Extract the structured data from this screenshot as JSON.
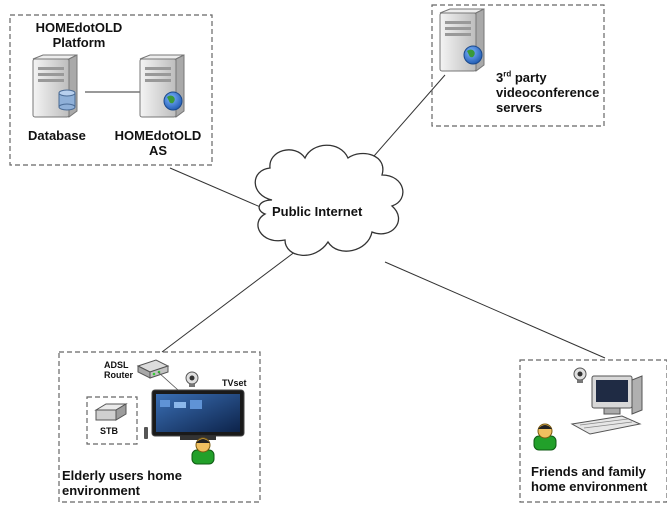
{
  "nodes": {
    "platform": {
      "title_line1": "HOMEdotOLD",
      "title_line2": "Platform"
    },
    "database": {
      "label": "Database",
      "icon": "database-server-icon"
    },
    "as_server": {
      "label_line1": "HOMEdotOLD",
      "label_line2": "AS",
      "icon": "web-server-icon"
    },
    "third_party": {
      "sup_prefix": "3",
      "sup": "rd",
      "line1_rest": " party",
      "line2": "videoconference",
      "line3": "servers",
      "icon": "web-server-icon"
    },
    "internet": {
      "label": "Public Internet",
      "icon": "cloud-icon"
    },
    "elderly": {
      "router_line1": "ADSL",
      "router_line2": "Router",
      "tvset": "TVset",
      "stb": "STB",
      "label_line1": "Elderly users home",
      "label_line2": "environment"
    },
    "friends": {
      "label_line1": "Friends and family",
      "label_line2": "home environment",
      "icon": "desktop-computer-icon"
    }
  },
  "colors": {
    "server_body": "#e4e4e4",
    "server_dark": "#9a9a9a",
    "database_cylinder": "#8fb0d8",
    "globe_blue": "#2a6fc9",
    "globe_green": "#3a9a3a",
    "user_green": "#22a02a",
    "tv_screen": "#1b3f7a",
    "line": "#333333",
    "box_dash": "#666666"
  }
}
